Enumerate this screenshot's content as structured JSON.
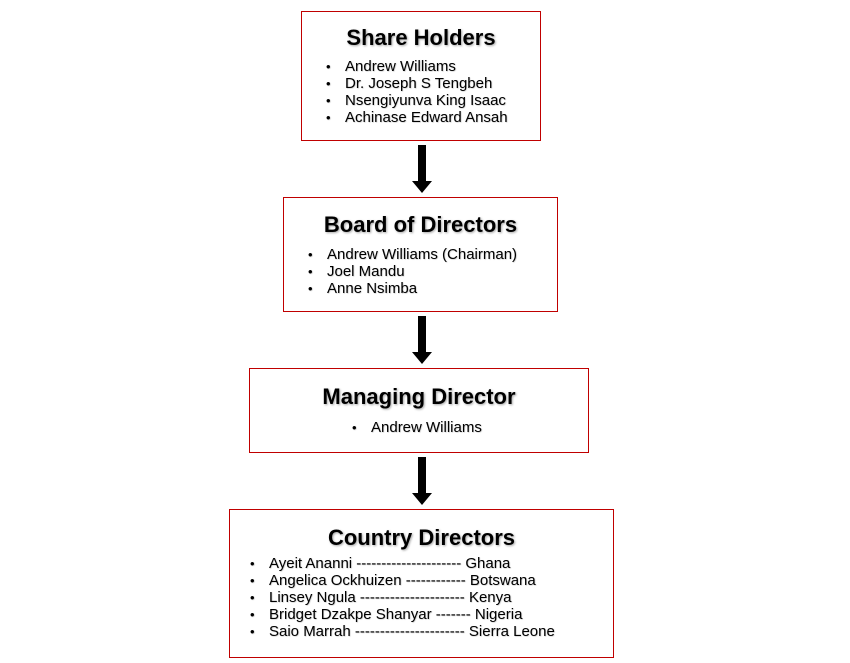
{
  "diagram": {
    "shareholders": {
      "title": "Share Holders",
      "items": [
        "Andrew Williams",
        "Dr. Joseph S Tengbeh",
        "Nsengiyunva King Isaac",
        "Achinase Edward Ansah"
      ]
    },
    "board": {
      "title": "Board of Directors",
      "items": [
        "Andrew Williams (Chairman)",
        "Joel Mandu",
        "Anne Nsimba"
      ]
    },
    "managing": {
      "title": "Managing Director",
      "items": [
        "Andrew Williams"
      ]
    },
    "country": {
      "title": "Country Directors",
      "items": [
        "Ayeit Ananni --------------------- Ghana",
        "Angelica Ockhuizen  ------------ Botswana",
        "Linsey Ngula --------------------- Kenya",
        "Bridget Dzakpe Shanyar ------- Nigeria",
        "Saio Marrah ---------------------- Sierra Leone"
      ]
    },
    "colors": {
      "box_border": "#c00000",
      "arrow": "#000000"
    }
  }
}
